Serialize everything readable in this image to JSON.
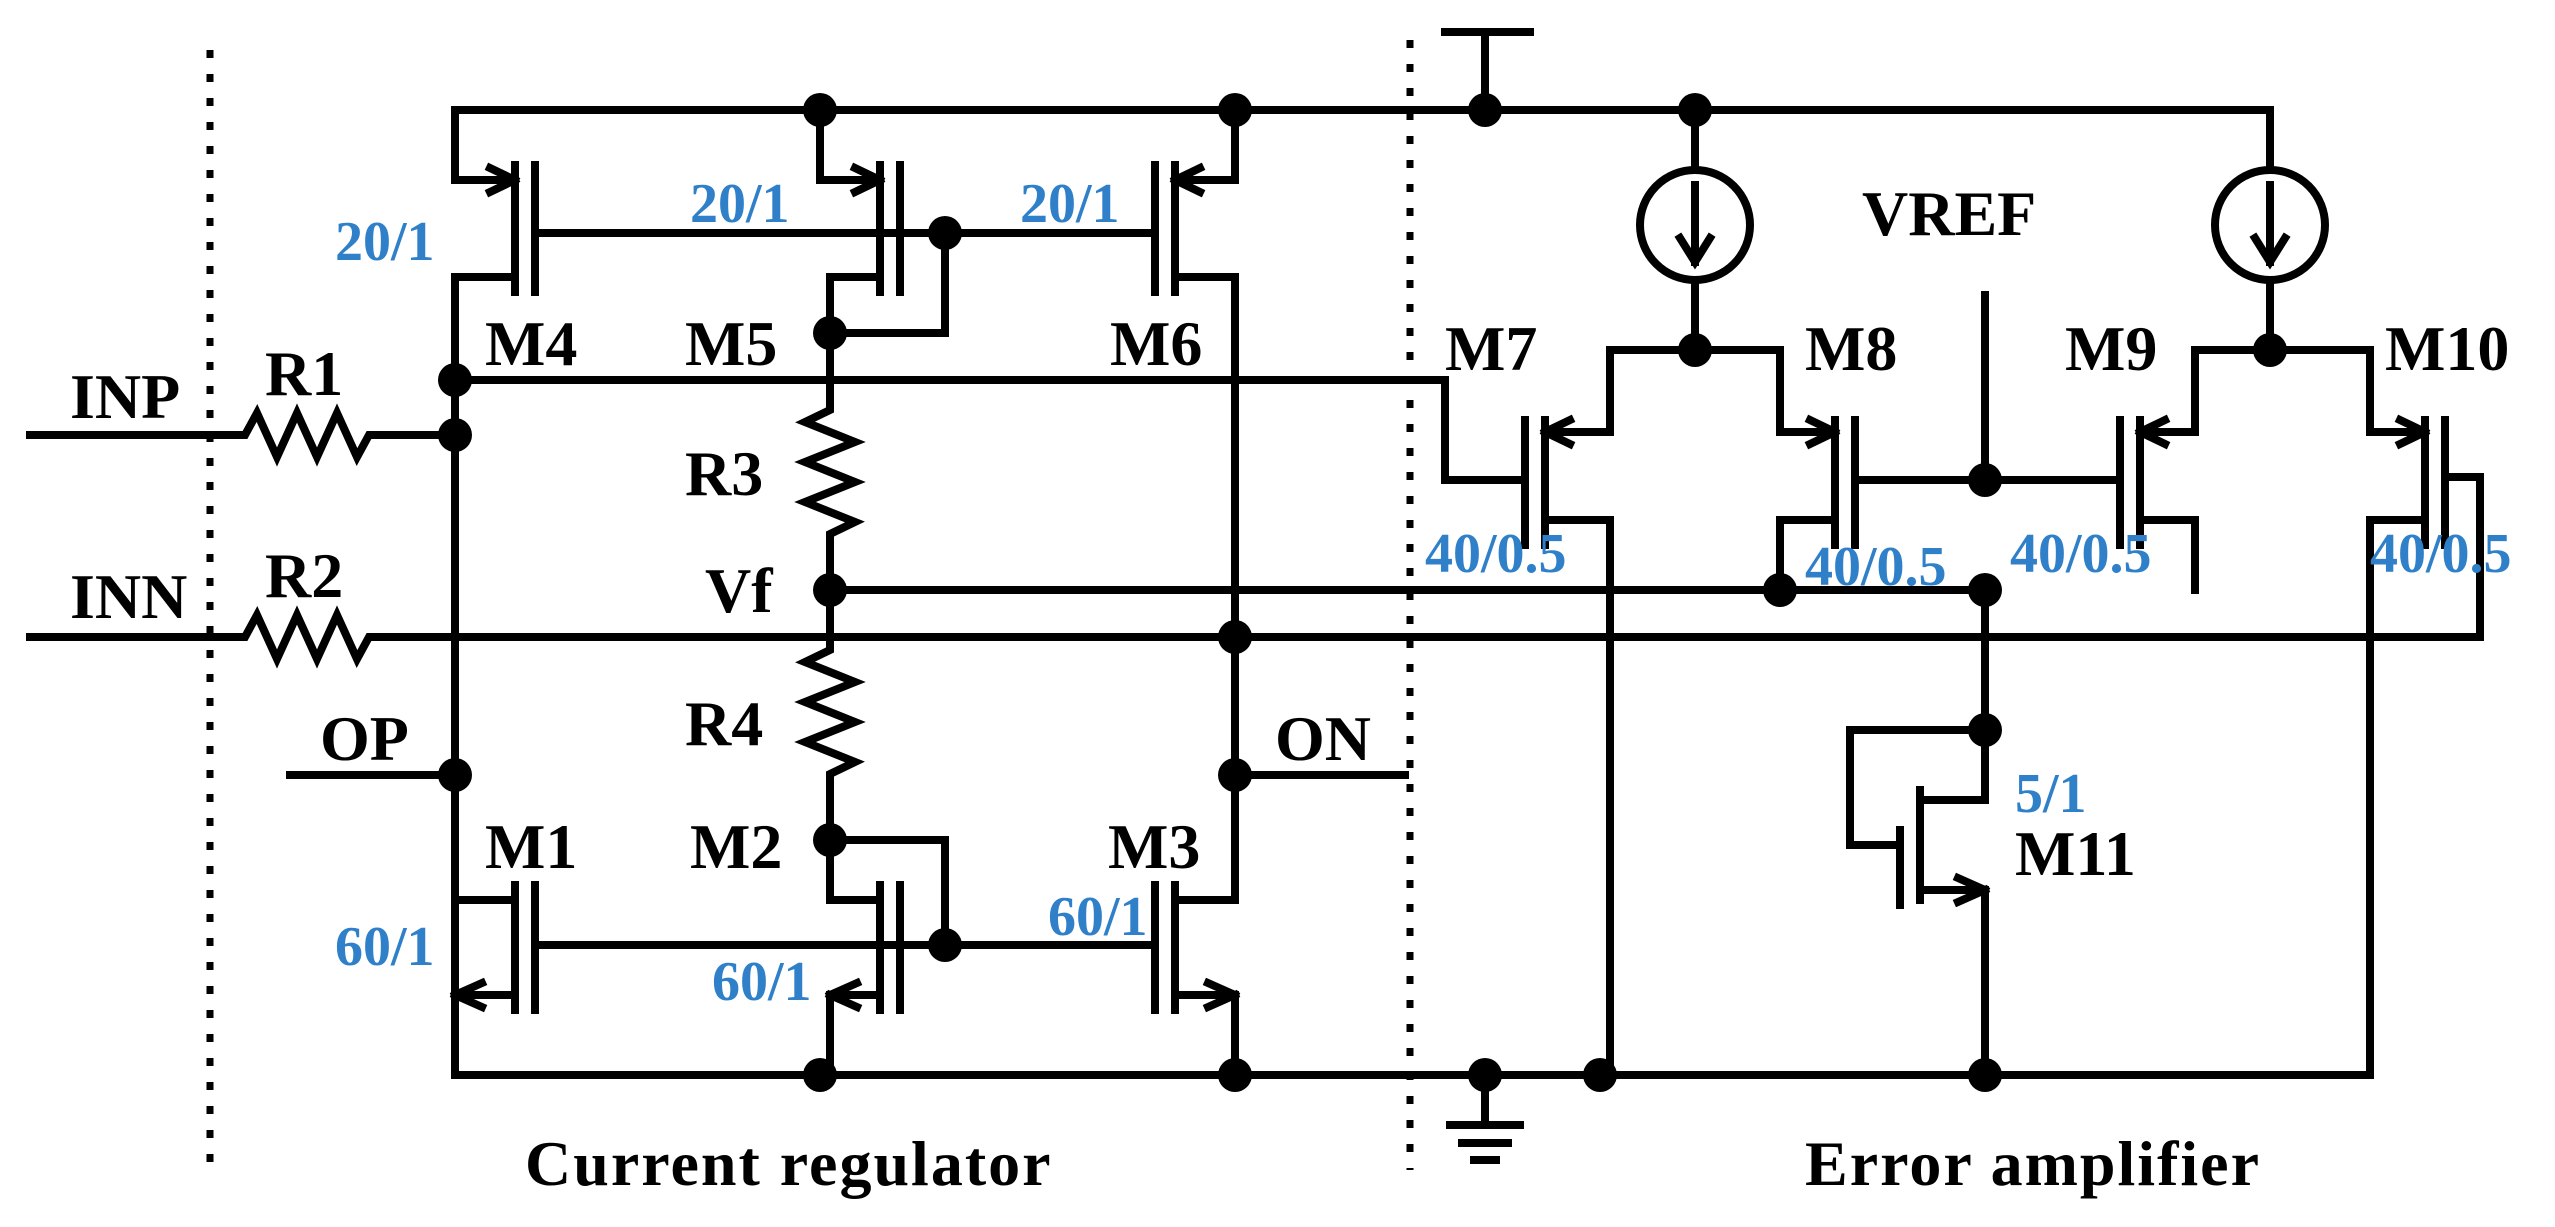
{
  "ports": {
    "inp": "INP",
    "inn": "INN",
    "op": "OP",
    "on": "ON",
    "vref": "VREF",
    "vf": "Vf"
  },
  "resistors": {
    "r1": "R1",
    "r2": "R2",
    "r3": "R3",
    "r4": "R4"
  },
  "transistors": {
    "m1": {
      "name": "M1",
      "size": "60/1"
    },
    "m2": {
      "name": "M2",
      "size": "60/1"
    },
    "m3": {
      "name": "M3",
      "size": "60/1"
    },
    "m4": {
      "name": "M4",
      "size": "20/1"
    },
    "m5": {
      "name": "M5",
      "size": "20/1"
    },
    "m6": {
      "name": "M6",
      "size": "20/1"
    },
    "m7": {
      "name": "M7",
      "size": "40/0.5"
    },
    "m8": {
      "name": "M8",
      "size": "40/0.5"
    },
    "m9": {
      "name": "M9",
      "size": "40/0.5"
    },
    "m10": {
      "name": "M10",
      "size": "40/0.5"
    },
    "m11": {
      "name": "M11",
      "size": "5/1"
    }
  },
  "sections": {
    "left": "Current regulator",
    "right": "Error amplifier"
  },
  "colors": {
    "wire": "#000000",
    "size_label": "#2f80c8",
    "background": "#ffffff"
  }
}
